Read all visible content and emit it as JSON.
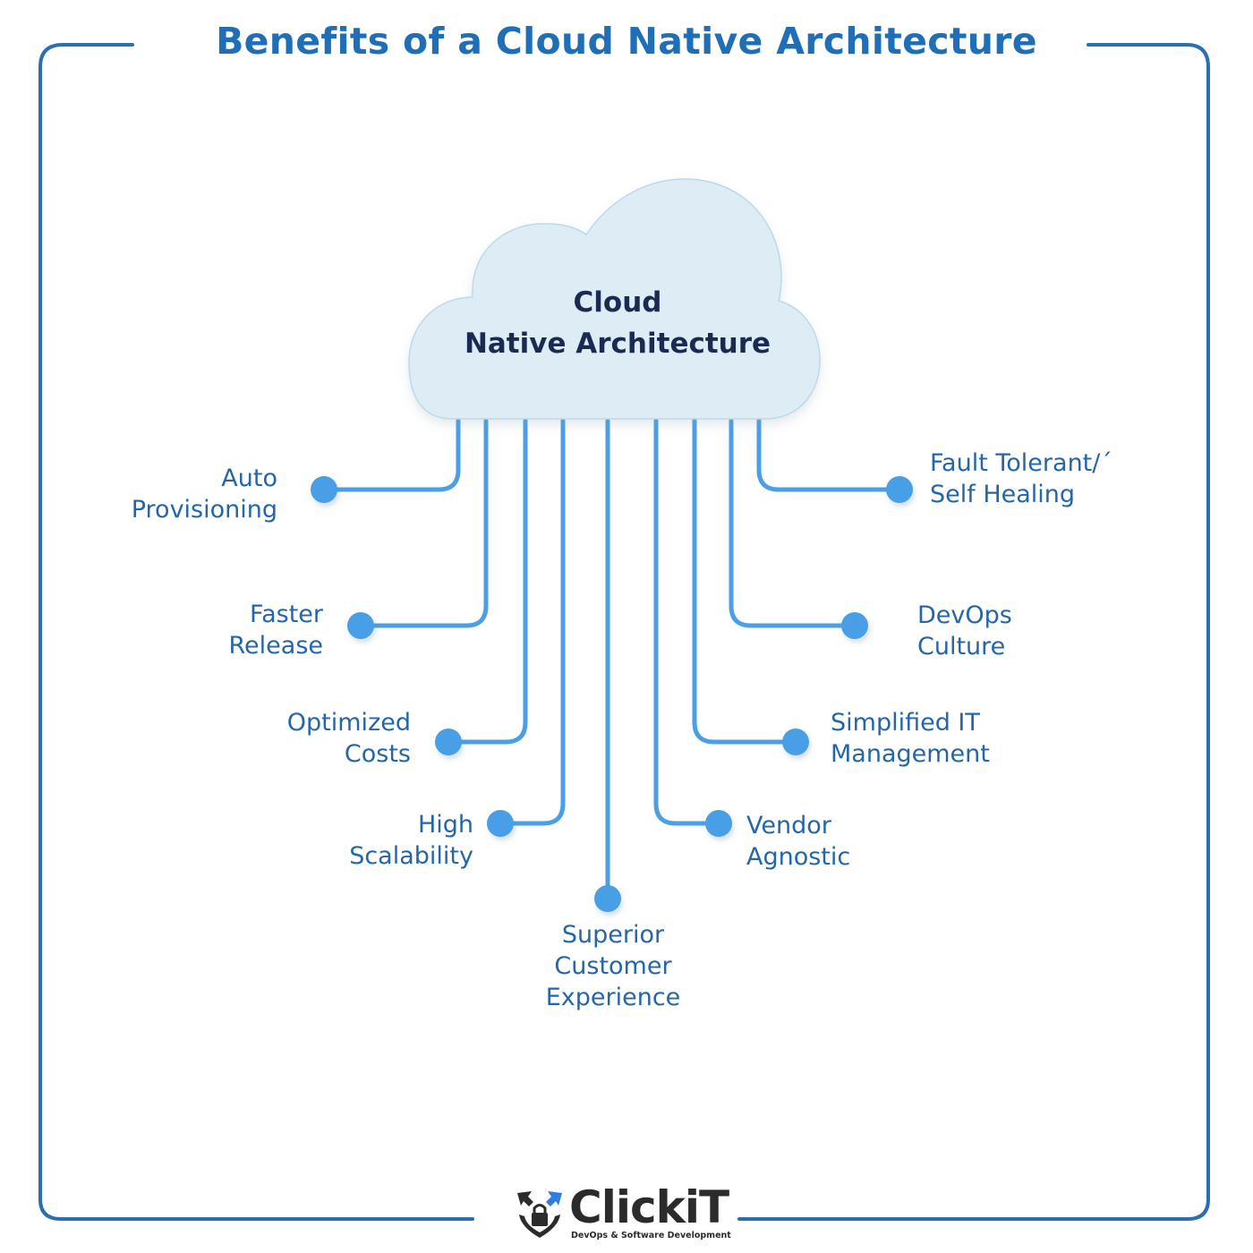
{
  "title": "Benefits of a Cloud Native Architecture",
  "center": {
    "line1": "Cloud",
    "line2": "Native Architecture"
  },
  "benefits": [
    {
      "id": "auto-provisioning",
      "line1": "Auto",
      "line2": "Provisioning",
      "side": "left"
    },
    {
      "id": "faster-release",
      "line1": "Faster",
      "line2": "Release",
      "side": "left"
    },
    {
      "id": "optimized-costs",
      "line1": "Optimized",
      "line2": "Costs",
      "side": "left"
    },
    {
      "id": "high-scalability",
      "line1": "High",
      "line2": "Scalability",
      "side": "left"
    },
    {
      "id": "superior-customer-experience",
      "line1": "Superior",
      "line2": "Customer",
      "line3": "Experience",
      "side": "bottom"
    },
    {
      "id": "vendor-agnostic",
      "line1": "Vendor",
      "line2": "Agnostic",
      "side": "right"
    },
    {
      "id": "simplified-it-management",
      "line1": "Simplified IT",
      "line2": "Management",
      "side": "right"
    },
    {
      "id": "devops-culture",
      "line1": "DevOps",
      "line2": "Culture",
      "side": "right"
    },
    {
      "id": "fault-tolerant-self-healing",
      "line1": "Fault Tolerant/´",
      "line2": "Self Healing",
      "side": "right"
    }
  ],
  "logo": {
    "brand_prefix": "Clic",
    "brand_k": "k",
    "brand_suffix": "iT",
    "tagline": "DevOps & Software Development",
    "icon": "shield-lock-icon"
  },
  "colors": {
    "title": "#1f6fb8",
    "frame": "#2a6fb0",
    "label": "#2466a8",
    "connector": "#4a9fe6",
    "cloud_fill": "#deedf5",
    "cloud_stroke": "#bcd9e8",
    "cloud_text": "#1b2a52",
    "logo_dark": "#2b2b2b",
    "logo_accent": "#2f7de1"
  }
}
